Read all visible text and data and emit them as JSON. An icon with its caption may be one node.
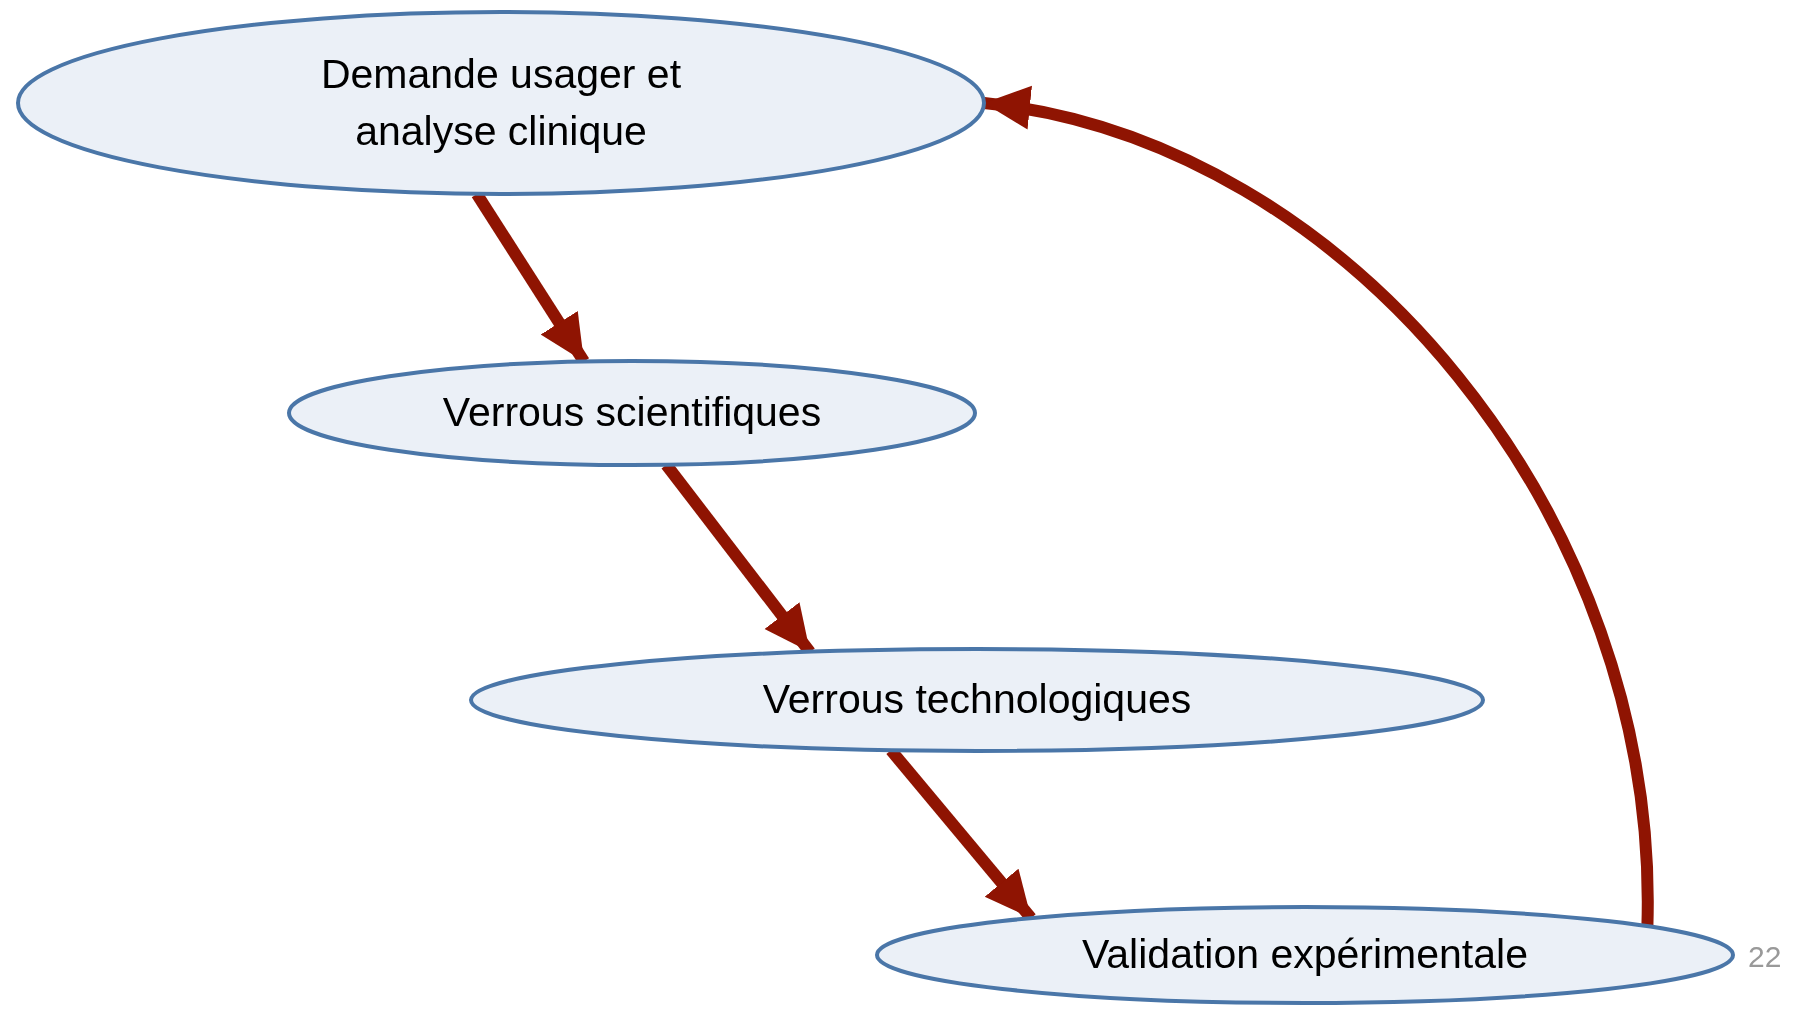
{
  "diagram": {
    "nodes": [
      {
        "text": [
          "Demande usager et analyse clinique"
        ]
      },
      {
        "text": [
          "Verrous scientifiques"
        ]
      },
      {
        "text": [
          "Verrous technologiques"
        ]
      },
      {
        "text": [
          "Validation expérimentale"
        ]
      }
    ],
    "edges": [
      {
        "from": 0,
        "to": 1,
        "arrow": "to"
      },
      {
        "from": 1,
        "to": 2,
        "arrow": "to"
      },
      {
        "from": 2,
        "to": 3,
        "arrow": "to"
      },
      {
        "from": 3,
        "to": 0,
        "arrow": "to"
      }
    ],
    "labels": [
      "22"
    ]
  }
}
